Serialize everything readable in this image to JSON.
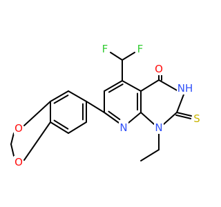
{
  "colors": {
    "background": "#ffffff",
    "bond": "#000000",
    "F": "#33cc33",
    "O": "#ff0d0d",
    "N": "#3050f8",
    "S": "#c8b400"
  },
  "atoms": [
    {
      "id": "F1",
      "text": "F",
      "element": "F"
    },
    {
      "id": "F2",
      "text": "F",
      "element": "F"
    },
    {
      "id": "O1",
      "text": "O",
      "element": "O"
    },
    {
      "id": "NH",
      "text": "NH",
      "element": "N"
    },
    {
      "id": "S1",
      "text": "S",
      "element": "S"
    },
    {
      "id": "N1",
      "text": "N",
      "element": "N"
    },
    {
      "id": "N2",
      "text": "N",
      "element": "N"
    },
    {
      "id": "O2",
      "text": "O",
      "element": "O"
    },
    {
      "id": "O3",
      "text": "O",
      "element": "O"
    }
  ]
}
